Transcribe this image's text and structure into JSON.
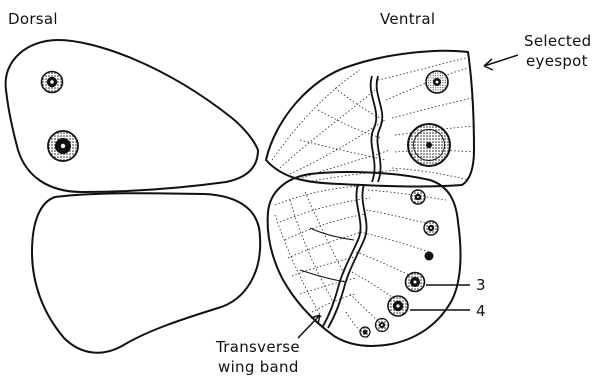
{
  "labels": {
    "dorsal": "Dorsal",
    "ventral": "Ventral",
    "selected_eyespot_line1": "Selected",
    "selected_eyespot_line2": "eyespot",
    "eyespot_3": "3",
    "eyespot_4": "4",
    "transverse_line1": "Transverse",
    "transverse_line2": "wing band"
  },
  "colors": {
    "ink": "#111111",
    "paper": "#ffffff",
    "shading": "#9a9a9a"
  }
}
